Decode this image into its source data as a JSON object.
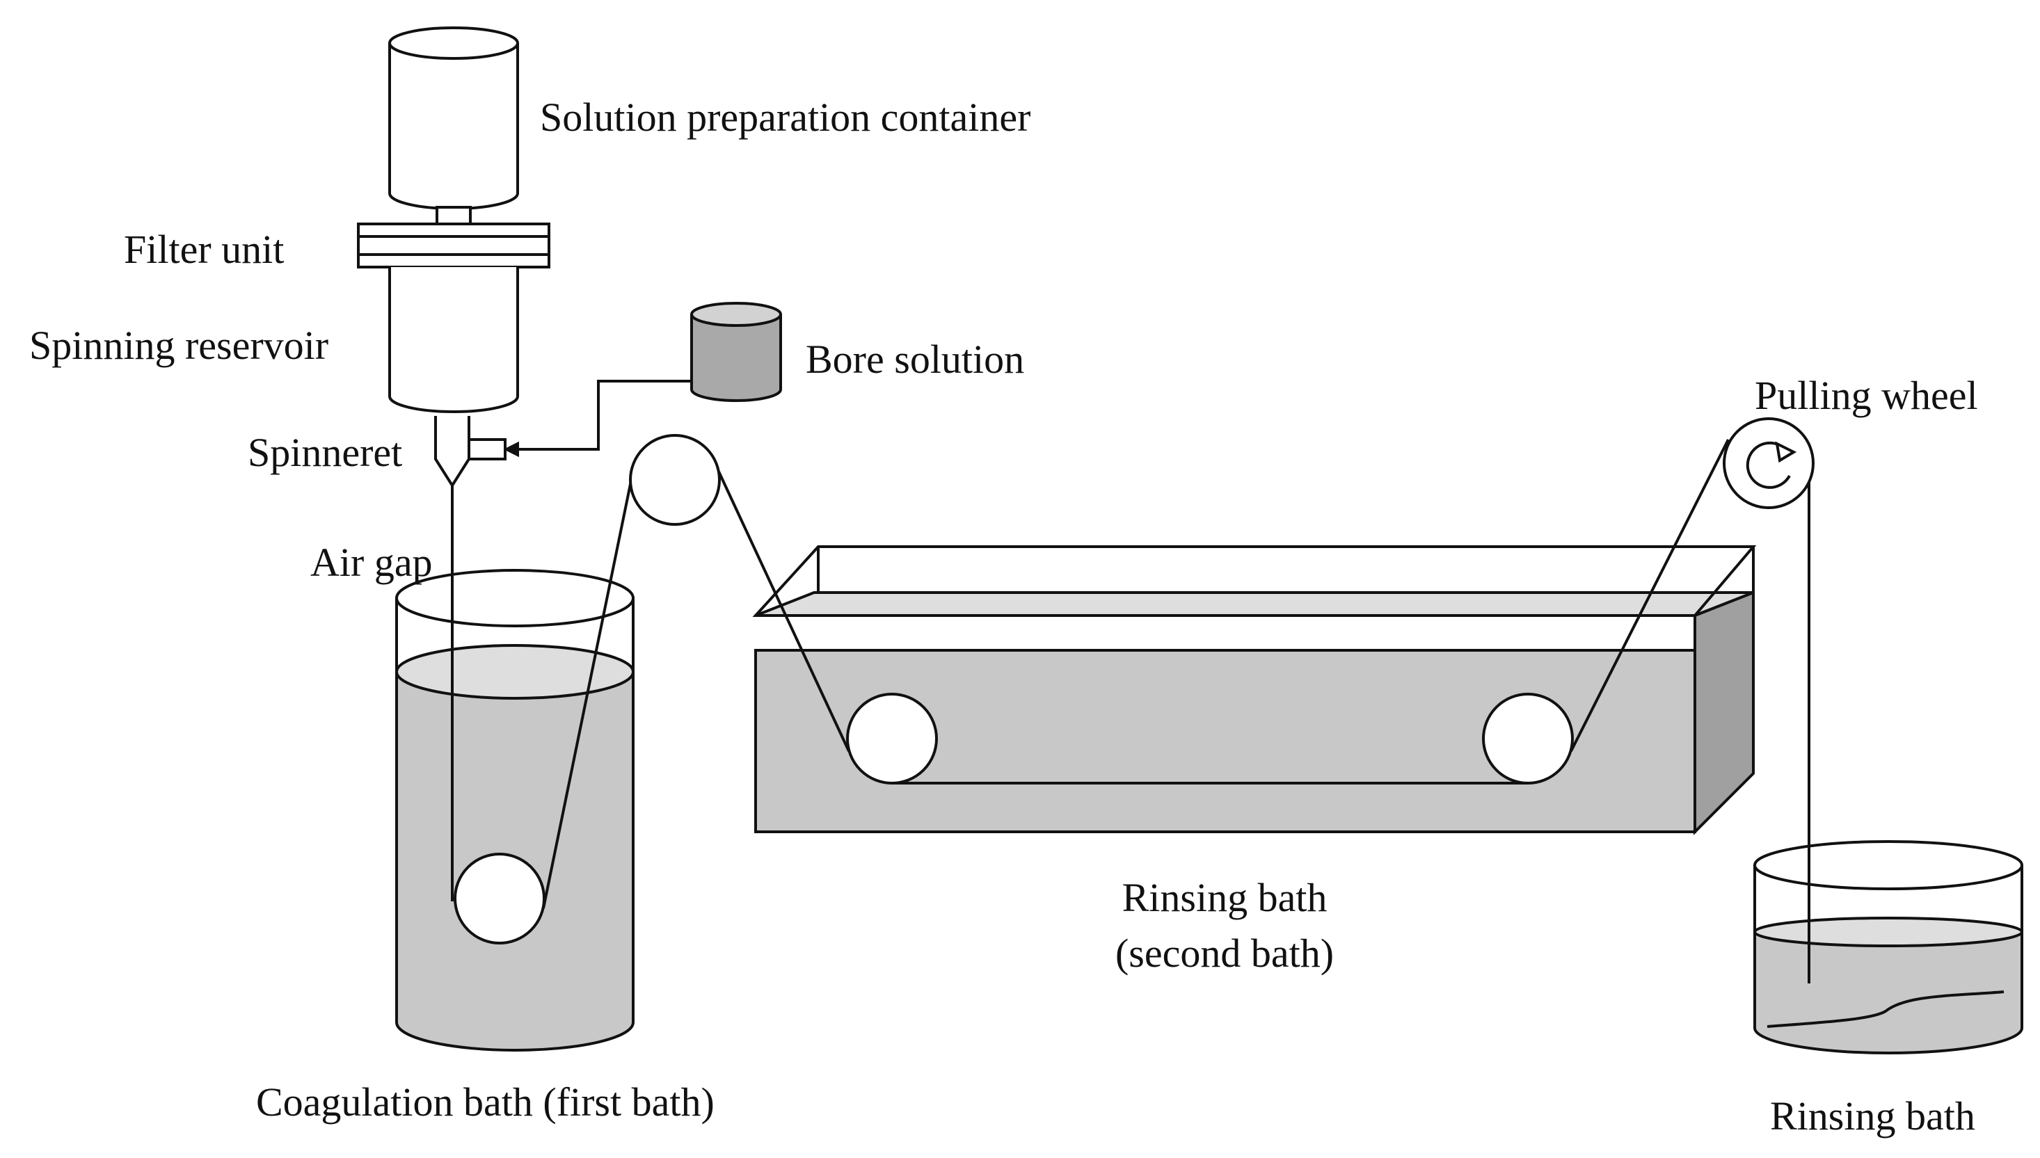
{
  "labels": {
    "solution_container": "Solution preparation container",
    "filter_unit": "Filter unit",
    "spinning_reservoir": "Spinning reservoir",
    "bore_solution": "Bore solution",
    "spinneret": "Spinneret",
    "air_gap": "Air gap",
    "pulling_wheel": "Pulling wheel",
    "rinsing_bath_second_line1": "Rinsing bath",
    "rinsing_bath_second_line2": "(second bath)",
    "coagulation_bath": "Coagulation bath (first bath)",
    "rinsing_bath_final": "Rinsing bath"
  },
  "colors": {
    "liquid": "#c8c8c8",
    "liquid_surface": "#dedede",
    "tank_side": "#a0a0a0",
    "stroke": "#111111"
  }
}
